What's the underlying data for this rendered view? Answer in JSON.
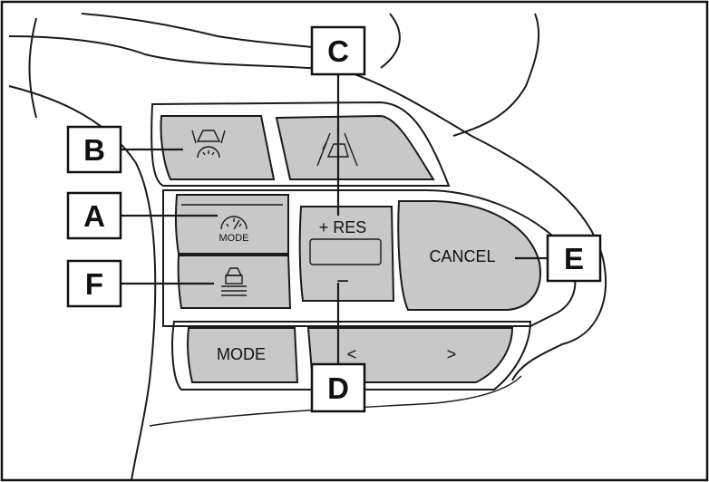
{
  "callouts": {
    "a": "A",
    "b": "B",
    "c": "C",
    "d": "D",
    "e": "E",
    "f": "F"
  },
  "buttons": {
    "res_label": "+ RES",
    "minus_label": "−",
    "cancel_label": "CANCEL",
    "mode_label": "MODE",
    "mode_small_label": "MODE",
    "prev_label": "<",
    "next_label": ">"
  },
  "icons": {
    "distance": "vehicle-distance-icon",
    "lane": "lane-tracing-icon",
    "cruise_mode": "speedometer-mode-icon",
    "lane_keep": "lane-keep-assist-icon"
  }
}
